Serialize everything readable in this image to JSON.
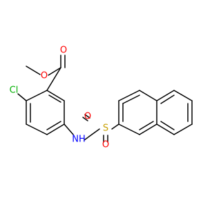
{
  "molecule": {
    "atom_labels": {
      "o_methoxy": "O",
      "o_carbonyl": "O",
      "cl": "Cl",
      "nh": "NH",
      "s": "S",
      "o_s_top": "O",
      "o_s_bottom": "O"
    },
    "colors": {
      "bond": "#000000",
      "oxygen": "#ff0000",
      "chlorine": "#00b000",
      "nitrogen": "#0000ff",
      "sulfur": "#c8a000"
    }
  }
}
